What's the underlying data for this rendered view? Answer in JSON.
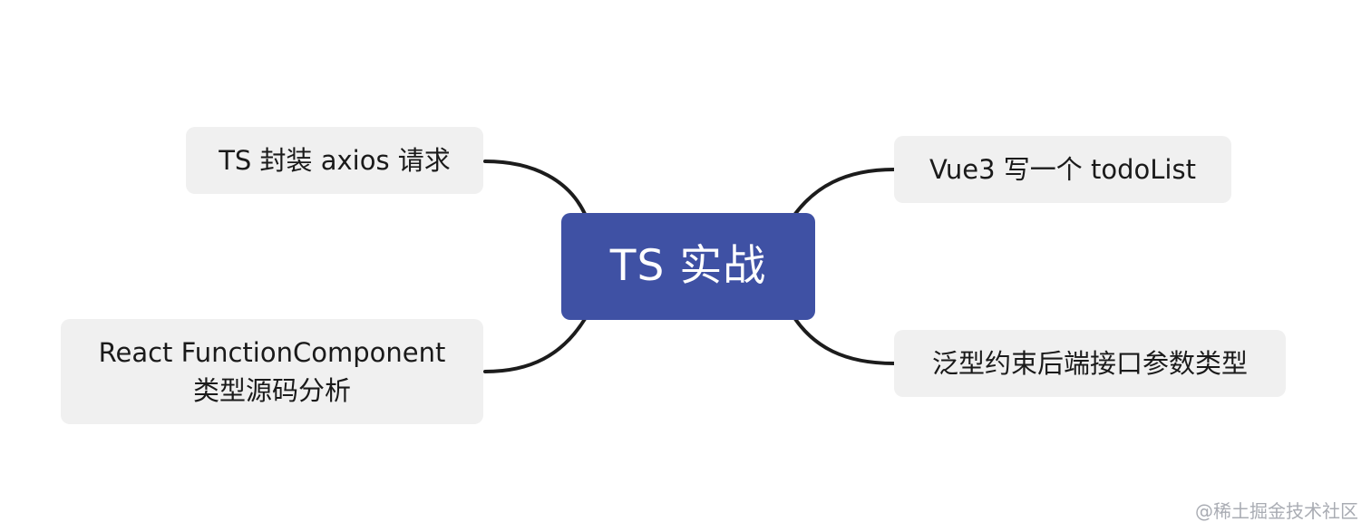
{
  "mindmap": {
    "root": {
      "label": "TS 实战"
    },
    "branches": [
      {
        "id": "axios",
        "label": "TS 封装 axios 请求"
      },
      {
        "id": "vue",
        "label": "Vue3 写一个 todoList"
      },
      {
        "id": "react",
        "label": "React FunctionComponent\n类型源码分析"
      },
      {
        "id": "generic",
        "label": "泛型约束后端接口参数类型"
      }
    ]
  },
  "colors": {
    "root_background": "#3f51a4",
    "root_text": "#ffffff",
    "branch_background": "#f0f0f0",
    "branch_text": "#1a1a1a",
    "connector": "#1c1c1c"
  },
  "watermark": "@稀土掘金技术社区"
}
